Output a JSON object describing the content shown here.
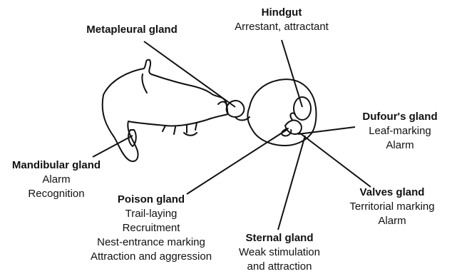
{
  "glands": [
    {
      "id": "hindgut",
      "name": "Hindgut",
      "functions": [
        "Arrestant, attractant"
      ]
    },
    {
      "id": "metapleural",
      "name": "Metapleural gland",
      "functions": []
    },
    {
      "id": "dufour",
      "name": "Dufour's gland",
      "functions": [
        "Leaf-marking",
        "Alarm"
      ]
    },
    {
      "id": "mandibular",
      "name": "Mandibular gland",
      "functions": [
        "Alarm",
        "Recognition"
      ]
    },
    {
      "id": "poison",
      "name": "Poison gland",
      "functions": [
        "Trail-laying",
        "Recruitment",
        "Nest-entrance marking",
        "Attraction and aggression"
      ]
    },
    {
      "id": "valves",
      "name": "Valves gland",
      "functions": [
        "Territorial marking",
        "Alarm"
      ]
    },
    {
      "id": "sternal",
      "name": "Sternal gland",
      "functions": [
        "Weak stimulation",
        "and attraction"
      ]
    }
  ]
}
